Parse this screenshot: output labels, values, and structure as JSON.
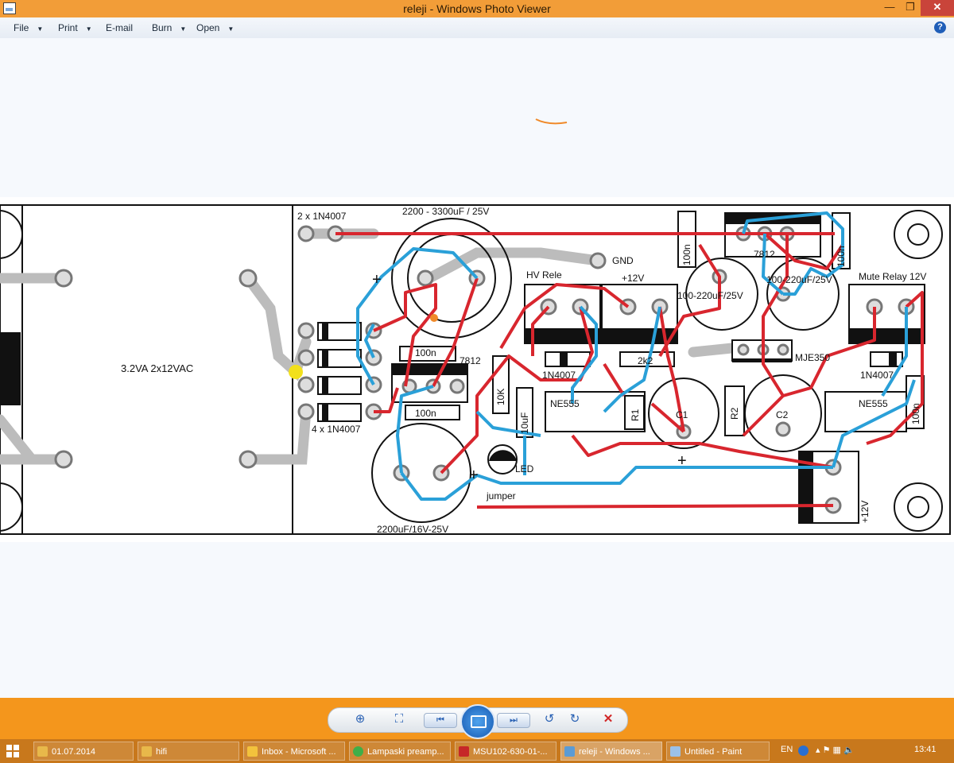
{
  "window": {
    "title": "releji - Windows Photo Viewer",
    "min_glyph": "—",
    "restore_glyph": "❐",
    "close_glyph": "✕"
  },
  "menubar": {
    "items": [
      {
        "label": "File",
        "has_arrow": true
      },
      {
        "label": "Print",
        "has_arrow": true
      },
      {
        "label": "E-mail",
        "has_arrow": false
      },
      {
        "label": "Burn",
        "has_arrow": true
      },
      {
        "label": "Open",
        "has_arrow": true
      }
    ],
    "arrow_glyph": "▼",
    "help_glyph": "?"
  },
  "image": {
    "transformer_label": "3.2VA 2x12VAC",
    "diodes_top": "2 x 1N4007",
    "diodes_bottom": "4 x 1N4007",
    "big_cap_top": "2200 - 3300uF / 25V",
    "big_cap_bottom": "2200uF/16V-25V",
    "gnd": "GND",
    "hv_relay": "HV Rele",
    "plus12_top": "+12V",
    "reg_left": "7812",
    "reg_right": "7812",
    "cap100n_a": "100n",
    "cap100n_b": "100n",
    "cap100n_c": "100n",
    "cap100n_d": "100n",
    "cap_mid_left": "100-220uF/25V",
    "cap_mid_right": "100-220uF/25V",
    "mute_relay": "Mute Relay 12V",
    "diode_mid_left": "1N4007",
    "diode_mid_right": "1N4007",
    "res_2k2": "2k2",
    "mje": "MJE350",
    "ic_left": "NE555",
    "ic_right": "NE555",
    "res_10k": "10K",
    "res_r1": "R1",
    "res_r2": "R2",
    "cap_c1": "C1",
    "cap_c2": "C2",
    "cap_10uf": "10uF",
    "cap_right_small": "100n",
    "led": "LED",
    "jumper": "jumper",
    "plus12_right": "+12V",
    "plus_sign": "+"
  },
  "controls": {
    "zoom_glyph": "⊕",
    "fit_glyph": "⛶",
    "prev_glyph": "⏮",
    "next_glyph": "⏭",
    "rotate_ccw_glyph": "↺",
    "rotate_cw_glyph": "↻",
    "delete_glyph": "✕"
  },
  "taskbar": {
    "items": [
      {
        "label": "01.07.2014",
        "icon": "folder-icon",
        "color": "#e8b84a"
      },
      {
        "label": "hifi",
        "icon": "folder-icon",
        "color": "#e8b84a"
      },
      {
        "label": "Inbox - Microsoft ...",
        "icon": "outlook-icon",
        "color": "#f3c23c"
      },
      {
        "label": "Lampaski preamp...",
        "icon": "chrome-icon",
        "color": "#3fae49"
      },
      {
        "label": "MSU102-630-01-...",
        "icon": "pdf-icon",
        "color": "#c62828"
      },
      {
        "label": "releji - Windows ...",
        "icon": "photo-viewer-icon",
        "color": "#5b9bd5"
      },
      {
        "label": "Untitled - Paint",
        "icon": "paint-icon",
        "color": "#9bc1e8"
      }
    ],
    "language": "EN",
    "time": "13:41"
  },
  "colors": {
    "titlebar": "#f29d38",
    "trace_red": "#d8262e",
    "trace_blue": "#2aa0d8",
    "trace_gray": "#bcbcbc"
  }
}
